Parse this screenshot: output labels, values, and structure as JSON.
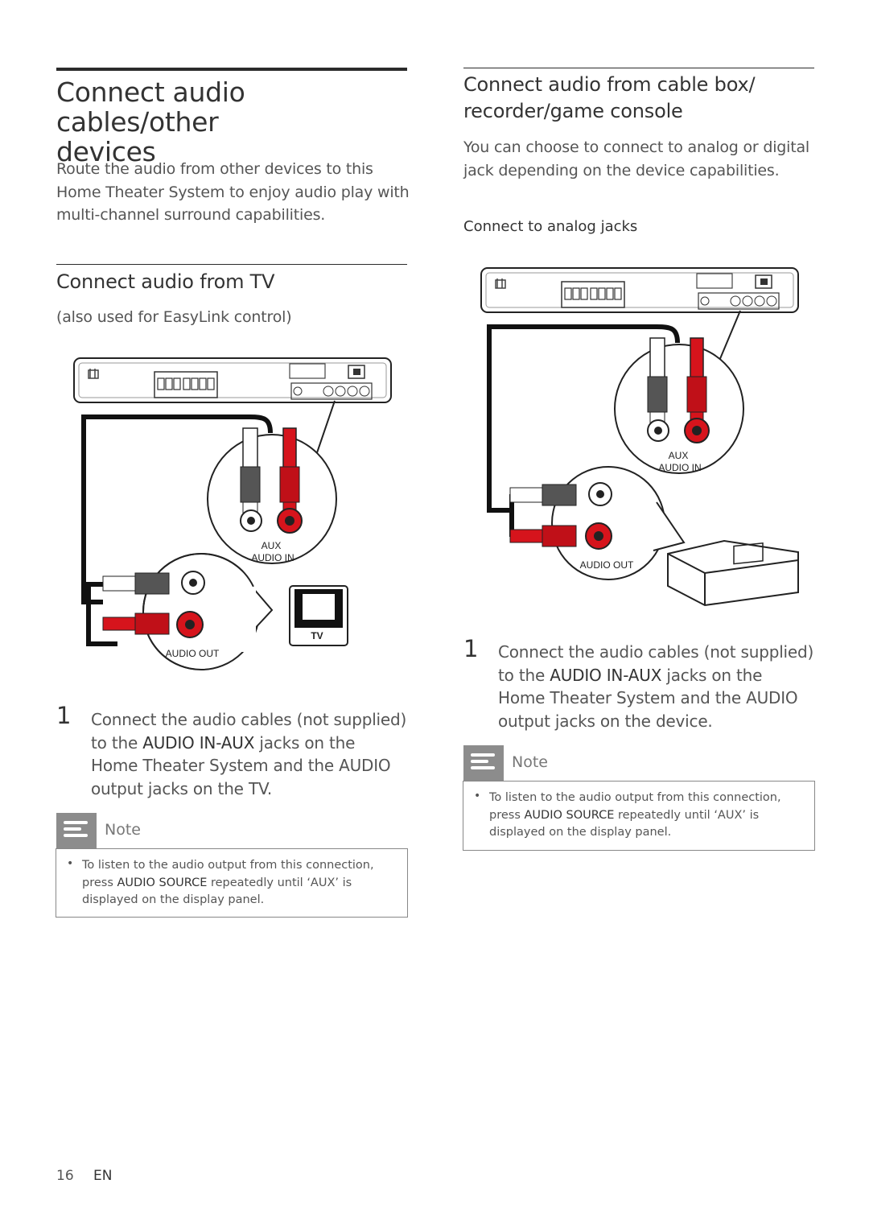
{
  "left": {
    "title": "Connect audio cables/other devices",
    "title_line1": "Connect audio cables/other",
    "title_line2": "devices",
    "intro_line1": "Route the audio from other devices to this",
    "intro_line2": "Home Theater System to enjoy audio play with",
    "intro_line3": "multi-channel surround capabilities.",
    "tv_heading": "Connect audio from TV",
    "tv_subtext": "(also used for EasyLink control)",
    "diagram": {
      "aux_label": "AUX",
      "audio_in_label": "AUDIO IN",
      "audio_out_label": "AUDIO OUT",
      "tv_label": "TV"
    },
    "step": {
      "number": "1",
      "line1": "Connect the audio cables (not supplied)",
      "line2_pre": "to the ",
      "line2_em": "AUDIO IN-AUX",
      "line2_post": " jacks on the",
      "line3": "Home Theater System and the AUDIO",
      "line4": "output jacks on the TV."
    },
    "note": {
      "label": "Note",
      "bullet": "•",
      "line1": "To listen to the audio output from this connection,",
      "line2_pre": "press ",
      "line2_em": "AUDIO SOURCE",
      "line2_post": " repeatedly until ‘AUX’ is",
      "line3": "displayed on the display panel."
    }
  },
  "right": {
    "heading_line1": "Connect audio from cable box/",
    "heading_line2": "recorder/game console",
    "intro_line1": "You can choose to connect to analog or digital",
    "intro_line2": "jack depending on the device capabilities.",
    "subheading": "Connect to analog jacks",
    "diagram": {
      "aux_label": "AUX",
      "audio_in_label": "AUDIO IN",
      "audio_out_label": "AUDIO OUT"
    },
    "step": {
      "number": "1",
      "line1": "Connect the audio cables (not supplied)",
      "line2_pre": "to the ",
      "line2_em": "AUDIO IN-AUX",
      "line2_post": " jacks on the",
      "line3": "Home Theater System and the AUDIO",
      "line4": "output jacks on the device."
    },
    "note": {
      "label": "Note",
      "bullet": "•",
      "line1": "To listen to the audio output from this connection,",
      "line2_pre": "press ",
      "line2_em": "AUDIO SOURCE",
      "line2_post": " repeatedly until ‘AUX’ is",
      "line3": "displayed on the display panel."
    }
  },
  "footer": {
    "page_number": "16",
    "language": "EN"
  },
  "colors": {
    "plug_red": "#d6141c",
    "rule": "#2b2b2b",
    "note_tab": "#8c8c8c"
  }
}
